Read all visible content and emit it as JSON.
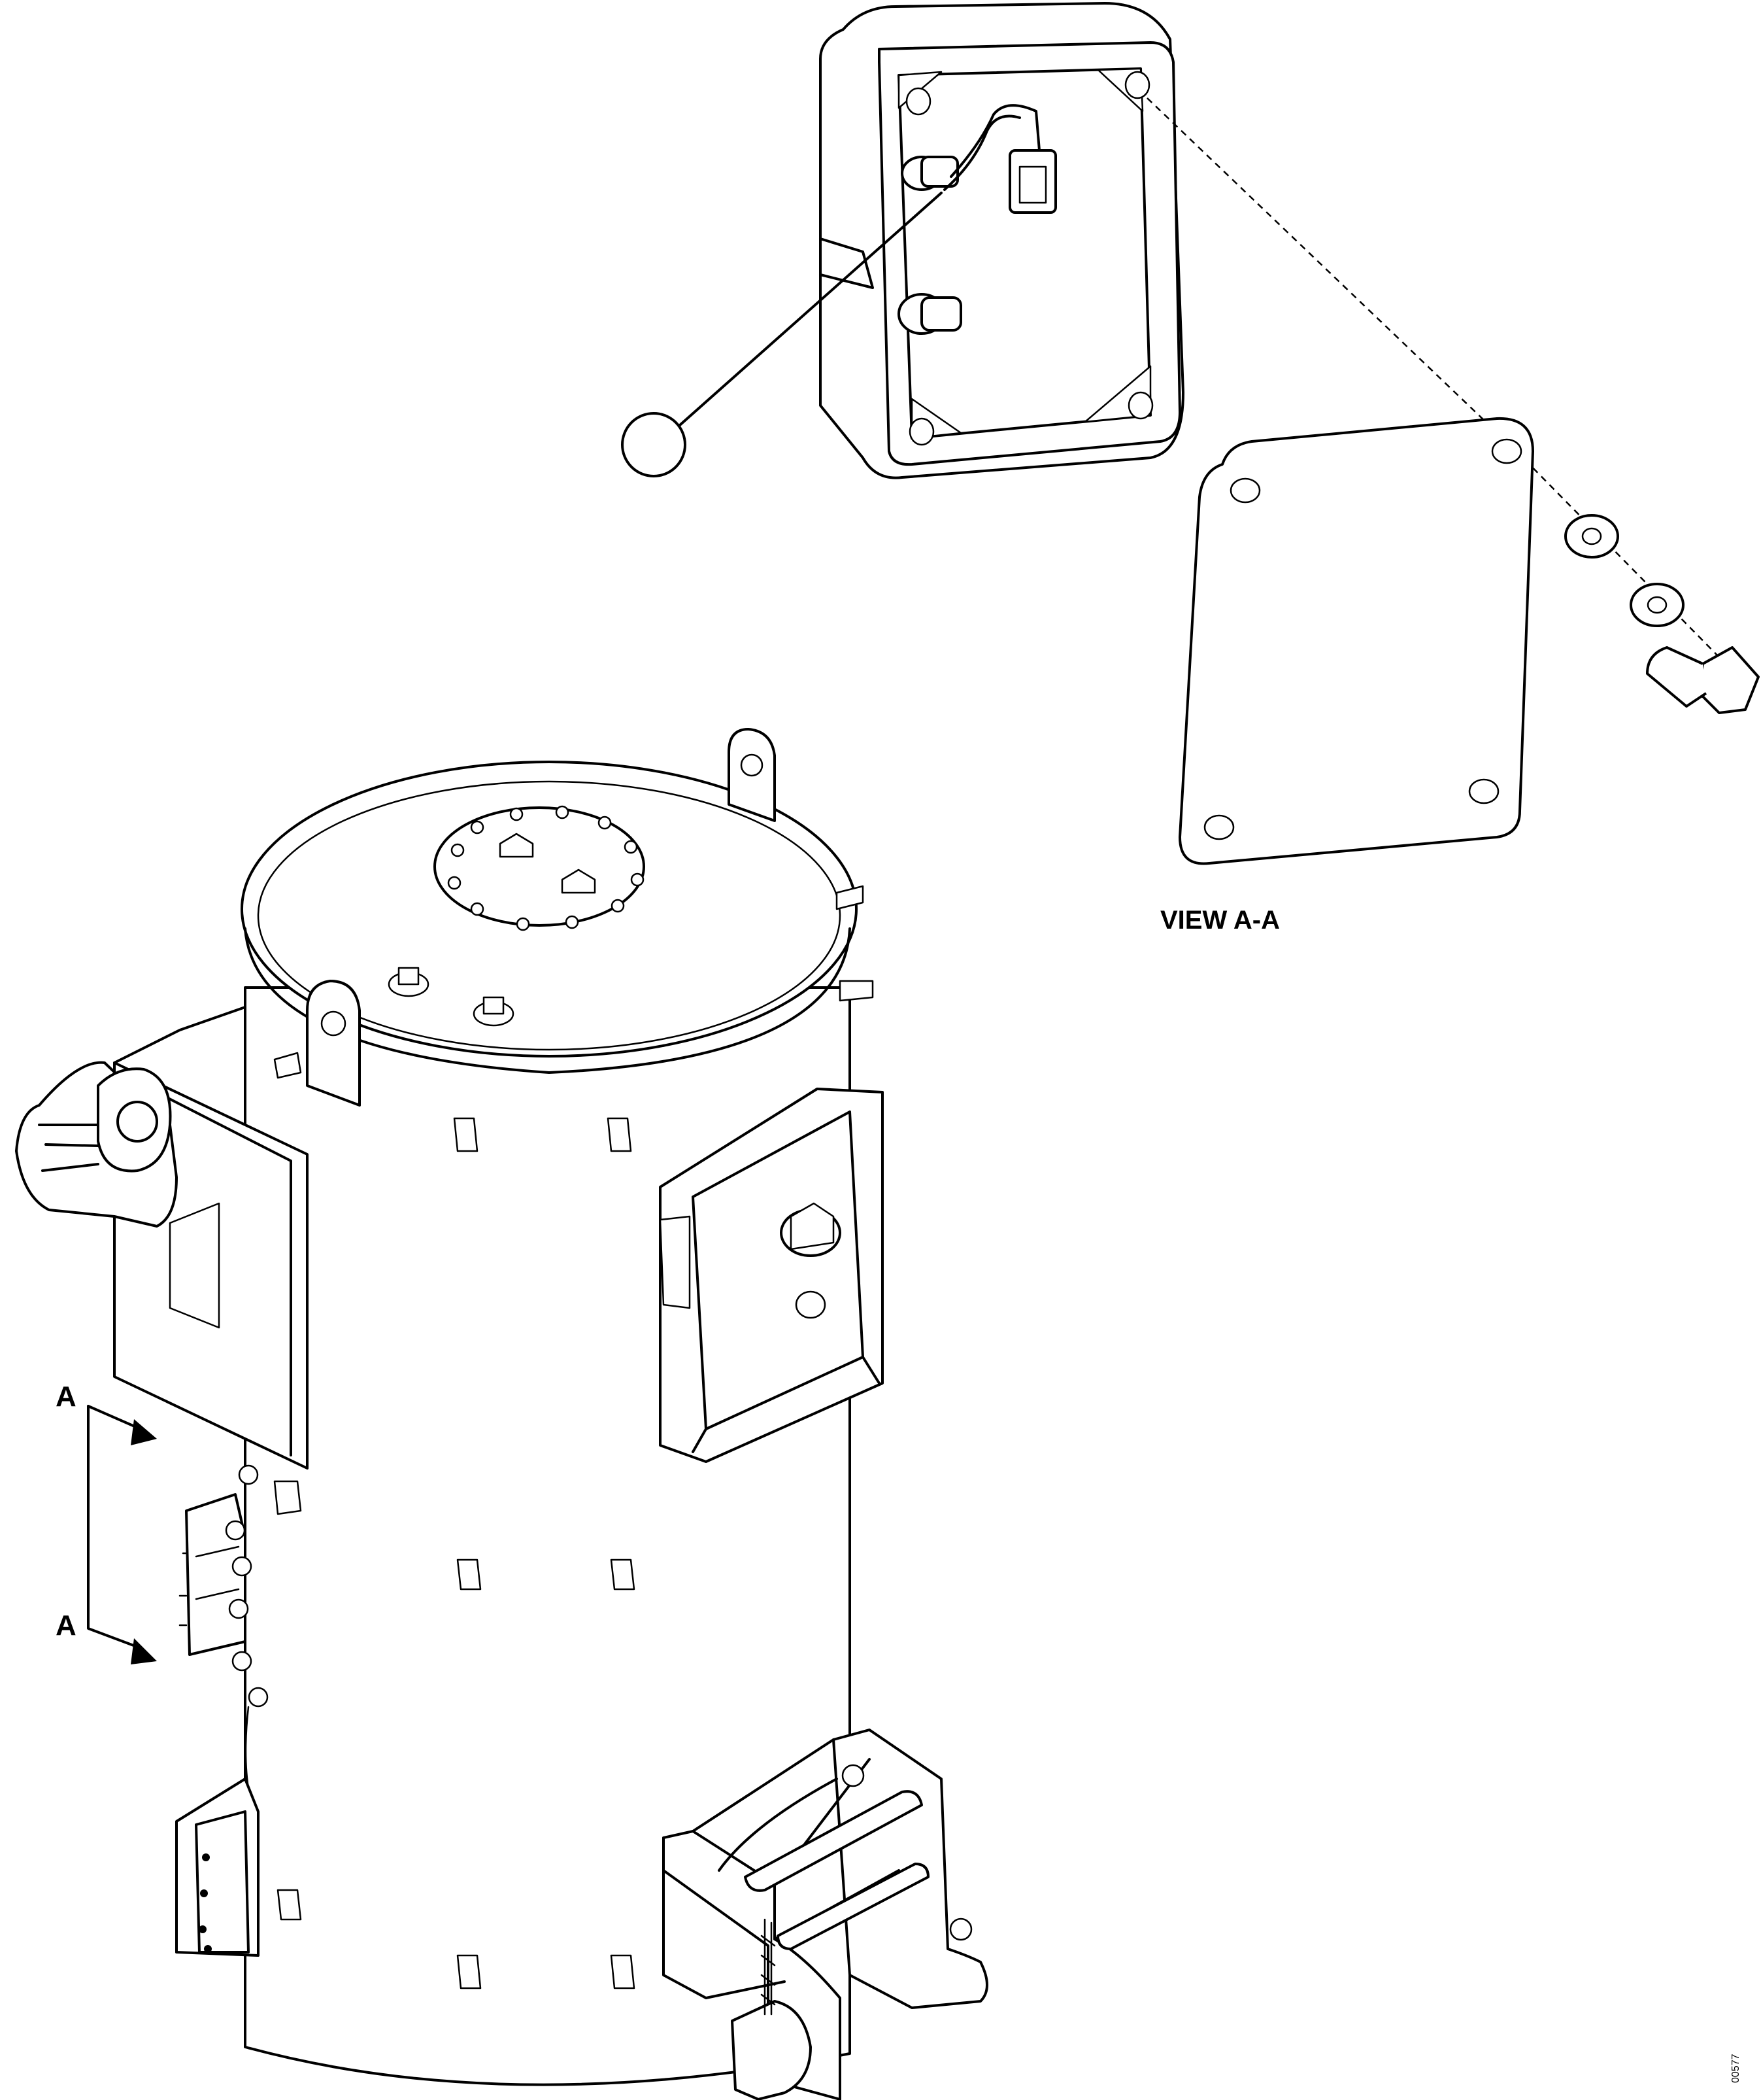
{
  "labels": {
    "view_title": "VIEW A-A",
    "section_top": "A",
    "section_bottom": "A",
    "drawing_code": "00577"
  }
}
